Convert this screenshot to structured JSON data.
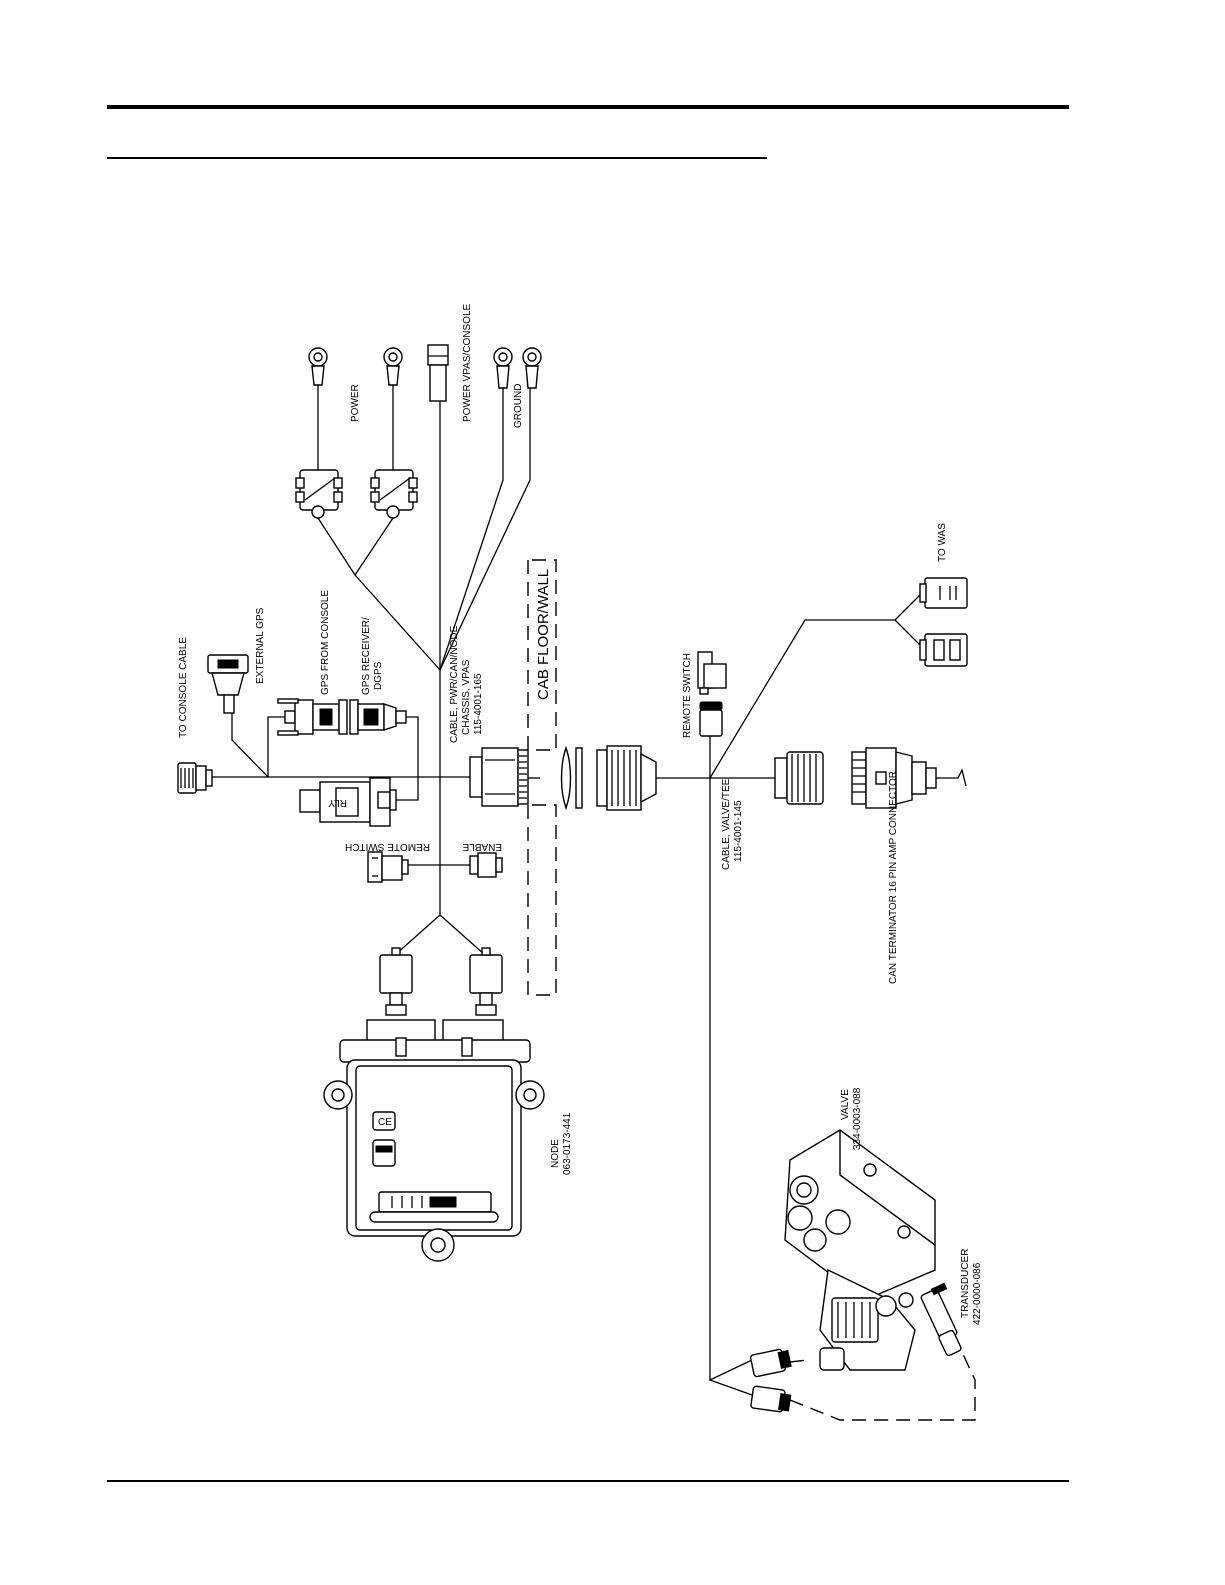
{
  "labels": {
    "power": "POWER",
    "power_vpas_console": "POWER VPAS/CONSOLE",
    "ground": "GROUND",
    "to_was": "TO WAS",
    "to_console_cable": "TO CONSOLE CABLE",
    "external_gps": "EXTERNAL GPS",
    "gps_from_console": "GPS FROM CONSOLE",
    "gps_receiver_1": "GPS RECEIVER/",
    "gps_receiver_2": "DGPS",
    "cable_pwr_1": "CABLE, PWR/CAN/NODE",
    "cable_pwr_2": "CHASSIS, VPAS",
    "cable_pwr_3": "115-4001-165",
    "cab_floor_wall": "CAB FLOOR/WALL",
    "remote_switch_top": "REMOTE SWITCH",
    "remote_switch_left": "REMOTE SWITCH",
    "enable": "ENABLE",
    "cable_valve_1": "CABLE, VALVE/TEE",
    "cable_valve_2": "115-4001-145",
    "can_terminator": "CAN TERMINATOR 16 PIN AMP CONNECTOR",
    "node_1": "NODE",
    "node_2": "063-0173-441",
    "valve_1": "VALVE",
    "valve_2": "334-0003-088",
    "transducer_1": "TRANSDUCER",
    "transducer_2": "422-0000-086"
  },
  "icons": [
    "ring-terminal-icon",
    "relay-icon",
    "db9-connector-icon",
    "circular-connector-icon",
    "node-module-icon",
    "hydraulic-valve-icon",
    "pressure-transducer-icon"
  ]
}
